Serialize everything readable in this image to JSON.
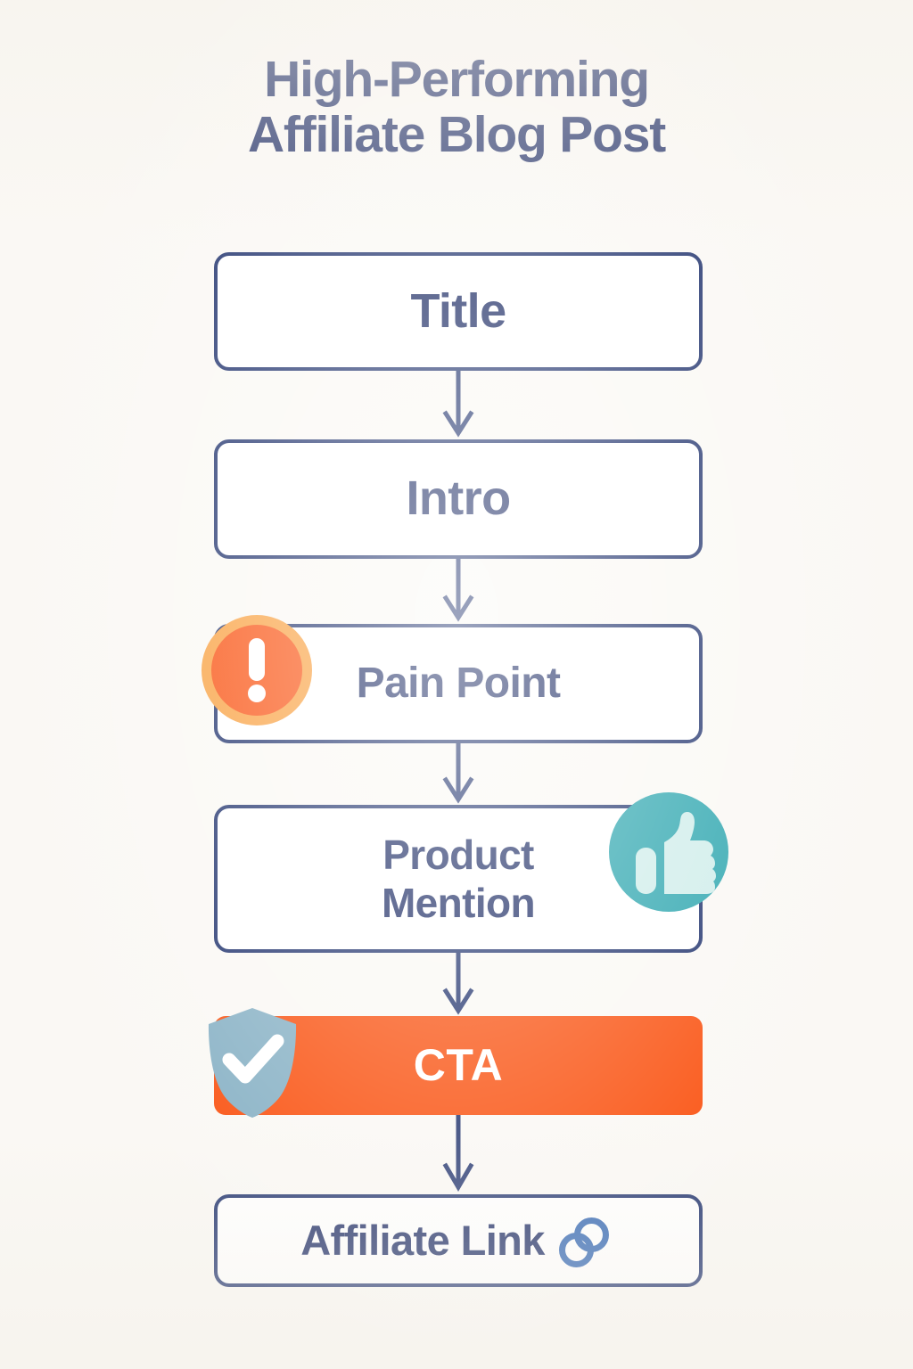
{
  "page": {
    "background_color": "#FAF8F4",
    "navy": "#1B2A63",
    "border_navy": "#22346E",
    "orange": "#F9500E",
    "orange_ring": "#F9A03F",
    "teal": "#2BA5AE",
    "thumb_mint": "#CFEDEA",
    "shield_slate": "#86B0C4",
    "link_blue": "#2E63B0"
  },
  "headline": {
    "line1": "High-Performing",
    "line2": "Affiliate Blog Post",
    "full": "High-Performing Affiliate Blog Post"
  },
  "chart_data": {
    "type": "diagram",
    "subtype": "vertical-flowchart",
    "title": "High-Performing Affiliate Blog Post",
    "orientation": "top-to-bottom",
    "node_count": 6,
    "nodes": [
      {
        "id": "title",
        "label": "Title",
        "style": "outlined",
        "fill": "#FFFFFF",
        "stroke": "#22346E",
        "text_color": "#1B2A63",
        "badge": null
      },
      {
        "id": "intro",
        "label": "Intro",
        "style": "outlined",
        "fill": "#FFFFFF",
        "stroke": "#22346E",
        "text_color": "#1B2A63",
        "badge": null
      },
      {
        "id": "pain-point",
        "label": "Pain Point",
        "style": "outlined",
        "fill": "#FFFFFF",
        "stroke": "#22346E",
        "text_color": "#1B2A63",
        "badge": "alert-exclamation-icon",
        "badge_color": "#F9500E",
        "badge_position": "left-overlap"
      },
      {
        "id": "product-mention",
        "label": "Product Mention",
        "label_line1": "Product",
        "label_line2": "Mention",
        "style": "outlined",
        "fill": "#FFFFFF",
        "stroke": "#22346E",
        "text_color": "#1B2A63",
        "badge": "thumbs-up-icon",
        "badge_color": "#2BA5AE",
        "badge_position": "right-overlap"
      },
      {
        "id": "cta",
        "label": "CTA",
        "style": "filled",
        "fill": "#F9500E",
        "stroke": "none",
        "text_color": "#FFFFFF",
        "badge": "shield-check-icon",
        "badge_color": "#86B0C4",
        "badge_position": "left-overlap"
      },
      {
        "id": "affiliate-link",
        "label": "Affiliate Link",
        "style": "outlined",
        "fill": "#FFFFFF",
        "stroke": "#22346E",
        "text_color": "#1B2A63",
        "badge": "chain-link-icon",
        "badge_color": "#2E63B0",
        "badge_position": "inline-right"
      }
    ],
    "edges": [
      {
        "from": "title",
        "to": "intro",
        "style": "arrow-down"
      },
      {
        "from": "intro",
        "to": "pain-point",
        "style": "arrow-down"
      },
      {
        "from": "pain-point",
        "to": "product-mention",
        "style": "arrow-down"
      },
      {
        "from": "product-mention",
        "to": "cta",
        "style": "arrow-down"
      },
      {
        "from": "cta",
        "to": "affiliate-link",
        "style": "arrow-down"
      }
    ]
  },
  "icons": {
    "alert": "alert-exclamation-icon",
    "thumbs_up": "thumbs-up-icon",
    "shield_check": "shield-check-icon",
    "chain_link": "chain-link-icon",
    "arrow": "arrow-down-icon"
  }
}
